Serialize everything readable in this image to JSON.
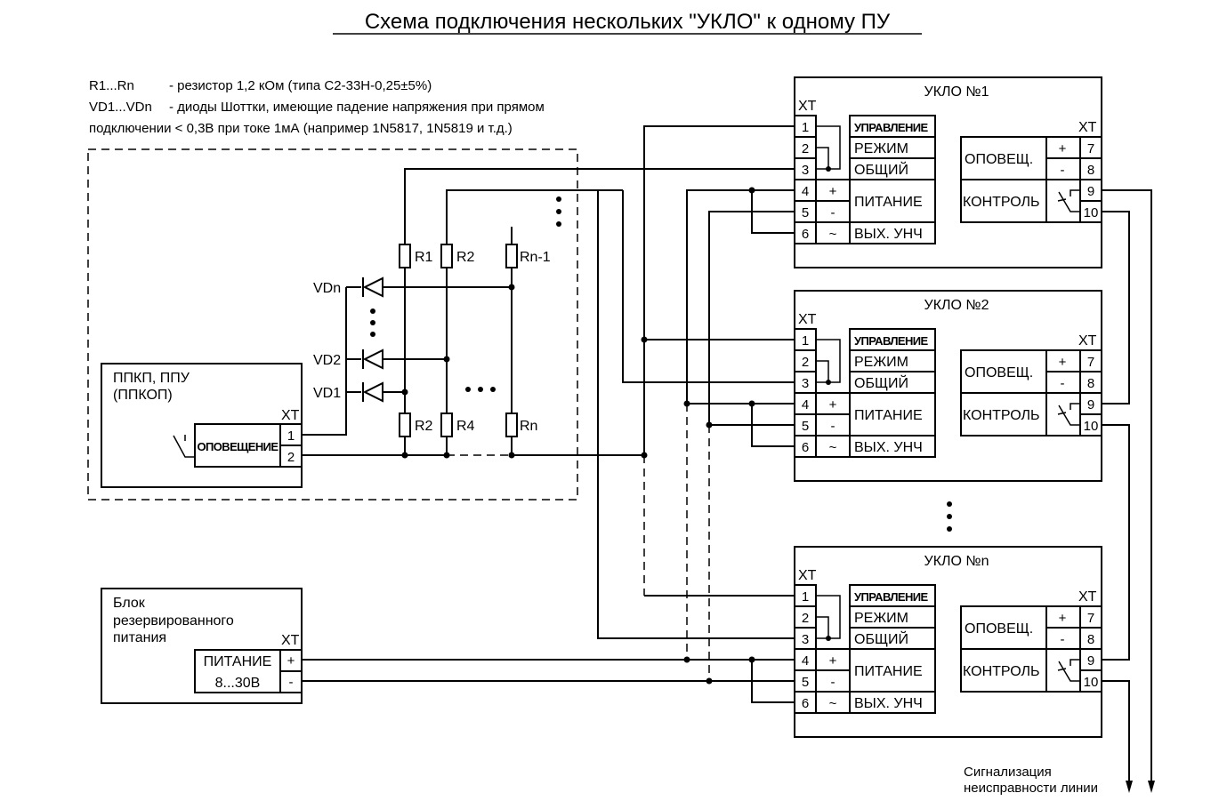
{
  "title": "Схема подключения нескольких \"УКЛО\" к одному ПУ",
  "legend": {
    "line1_ref": "R1...Rn",
    "line1_text": "- резистор 1,2 кОм (типа С2-33Н-0,25±5%)",
    "line2_ref": "VD1...VDn",
    "line2_text": "- диоды Шоттки, имеющие падение напряжения при прямом",
    "line3_text": "подключении < 0,3В при токе 1мА (например 1N5817, 1N5819 и т.д.)"
  },
  "ppkp": {
    "name_line1": "ППКП, ППУ",
    "name_line2": "(ППКОП)",
    "xt": "XT",
    "block_label": "ОПОВЕЩЕНИЕ",
    "pin1": "1",
    "pin2": "2"
  },
  "psu": {
    "name_line1": "Блок",
    "name_line2": "резервированного",
    "name_line3": "питания",
    "xt": "XT",
    "label_top": "ПИТАНИЕ",
    "label_bottom": "8...30В",
    "plus": "+",
    "minus": "-"
  },
  "components": {
    "resistors_top": [
      "R1",
      "R2",
      "Rn-1"
    ],
    "resistors_bottom": [
      "R2",
      "R4",
      "Rn"
    ],
    "diodes": [
      "VDn",
      "VD2",
      "VD1"
    ]
  },
  "uklo_units": [
    {
      "title": "УКЛО №1"
    },
    {
      "title": "УКЛО №2"
    },
    {
      "title": "УКЛО №n"
    }
  ],
  "uklo_common": {
    "xt": "XT",
    "pins_left": [
      "1",
      "2",
      "3",
      "4",
      "5",
      "6"
    ],
    "pin_signs": [
      "",
      "",
      "",
      "+",
      "-",
      "~"
    ],
    "labels": {
      "control": "УПРАВЛЕНИЕ",
      "mode": "РЕЖИМ",
      "common": "ОБЩИЙ",
      "power": "ПИТАНИЕ",
      "output": "ВЫХ. УНЧ"
    },
    "alert": "ОПОВЕЩ.",
    "monitor": "КОНТРОЛЬ",
    "pins_right": [
      "7",
      "8",
      "9",
      "10"
    ],
    "alert_signs": [
      "+",
      "-"
    ]
  },
  "signal_note": {
    "line1": "Сигнализация",
    "line2": "неисправности линии"
  }
}
